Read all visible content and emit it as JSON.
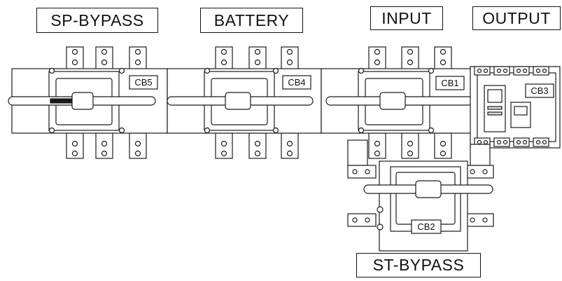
{
  "sections": {
    "sp_bypass": "SP-BYPASS",
    "battery": "BATTERY",
    "input": "INPUT",
    "output": "OUTPUT",
    "st_bypass": "ST-BYPASS"
  },
  "breakers": {
    "cb1": "CB1",
    "cb2": "CB2",
    "cb3": "CB3",
    "cb4": "CB4",
    "cb5": "CB5"
  },
  "colors": {
    "line": "#1a1a1a",
    "fill": "#ffffff",
    "shade": "#d9d9d9"
  }
}
